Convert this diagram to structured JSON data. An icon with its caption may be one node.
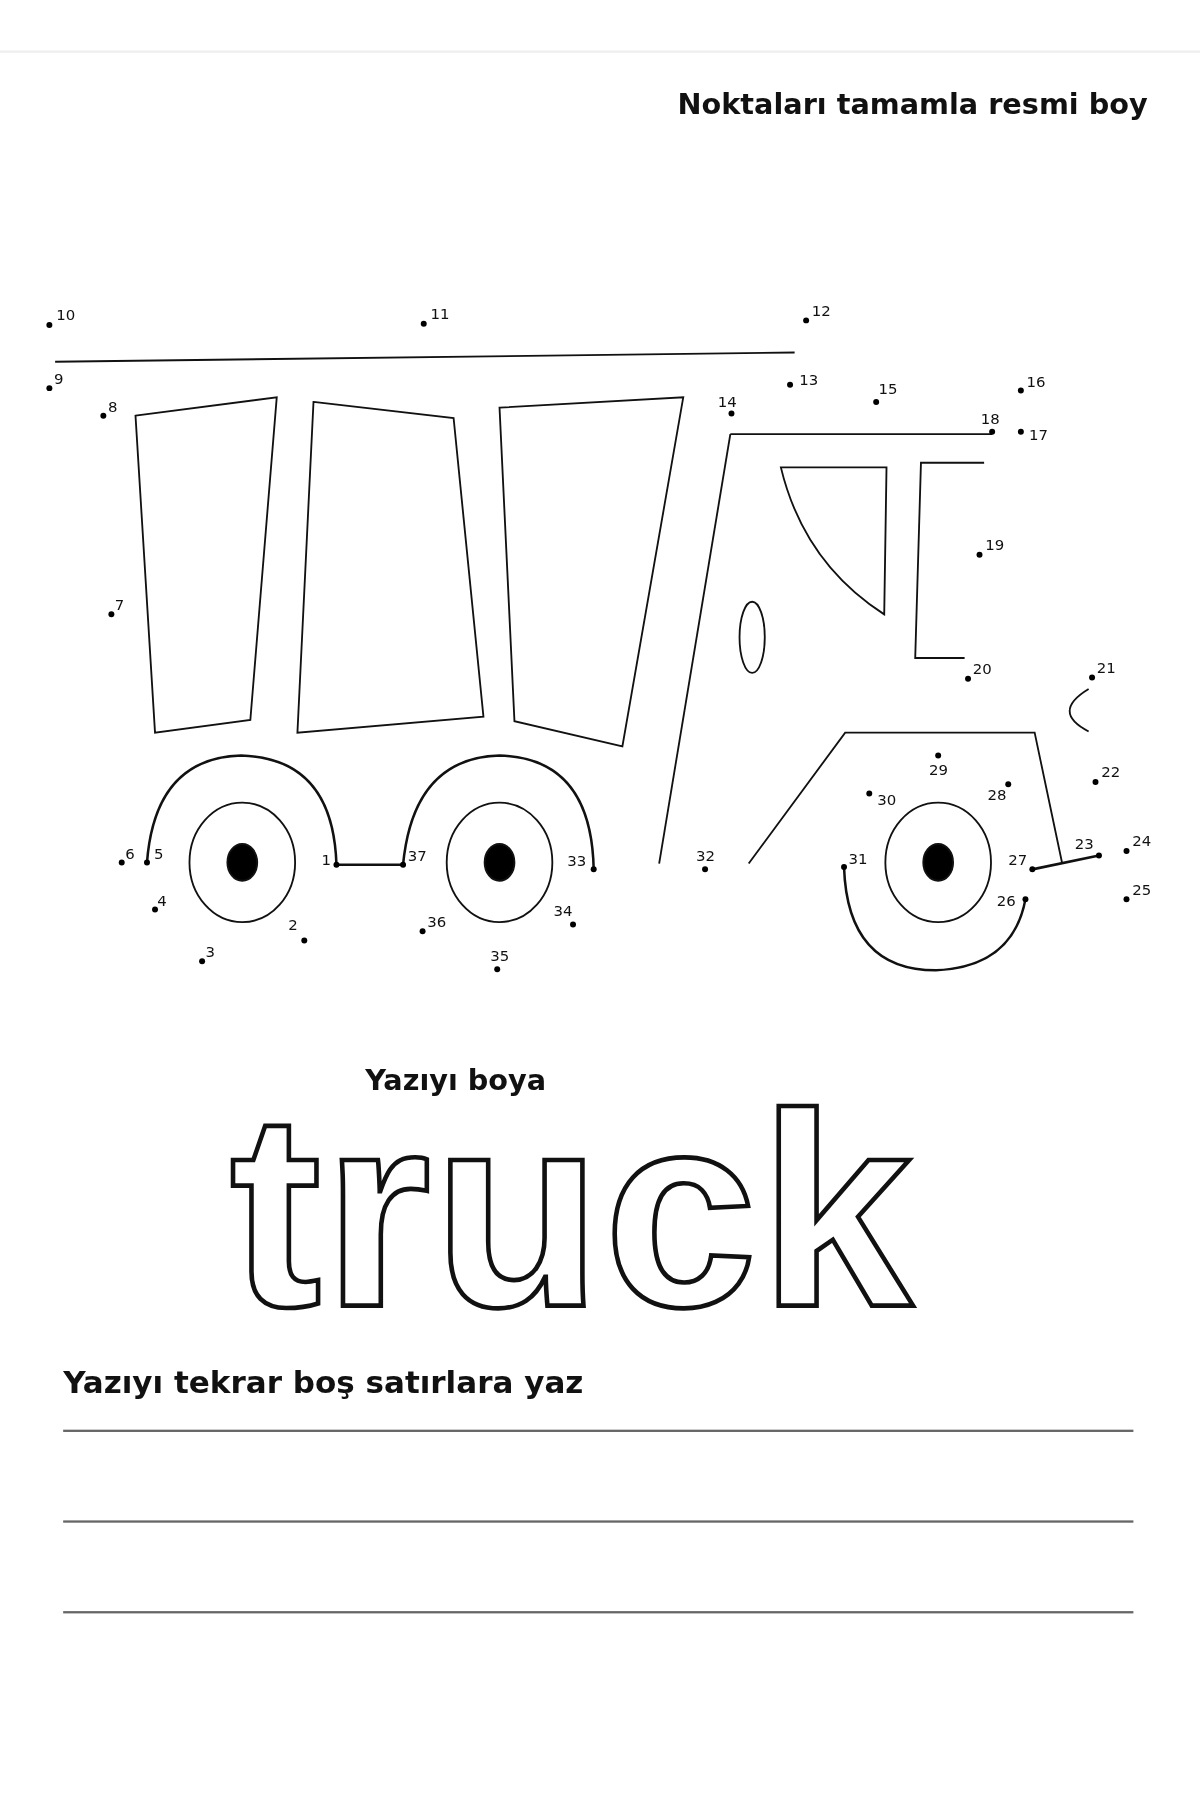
{
  "diagram": {
    "title": "Noktaları tamamla resmi boy",
    "labels": [
      "1",
      "2",
      "3",
      "4",
      "5",
      "6",
      "7",
      "8",
      "9",
      "10",
      "11",
      "12",
      "13",
      "14",
      "15",
      "16",
      "17",
      "18",
      "19",
      "20",
      "21",
      "22",
      "23",
      "24",
      "25",
      "26",
      "27",
      "28",
      "29",
      "30",
      "31",
      "32",
      "33",
      "34",
      "35",
      "36",
      "37",
      "Yazıyı boya",
      "truck",
      "Yazıyı tekrar boş satırlara yaz"
    ]
  }
}
